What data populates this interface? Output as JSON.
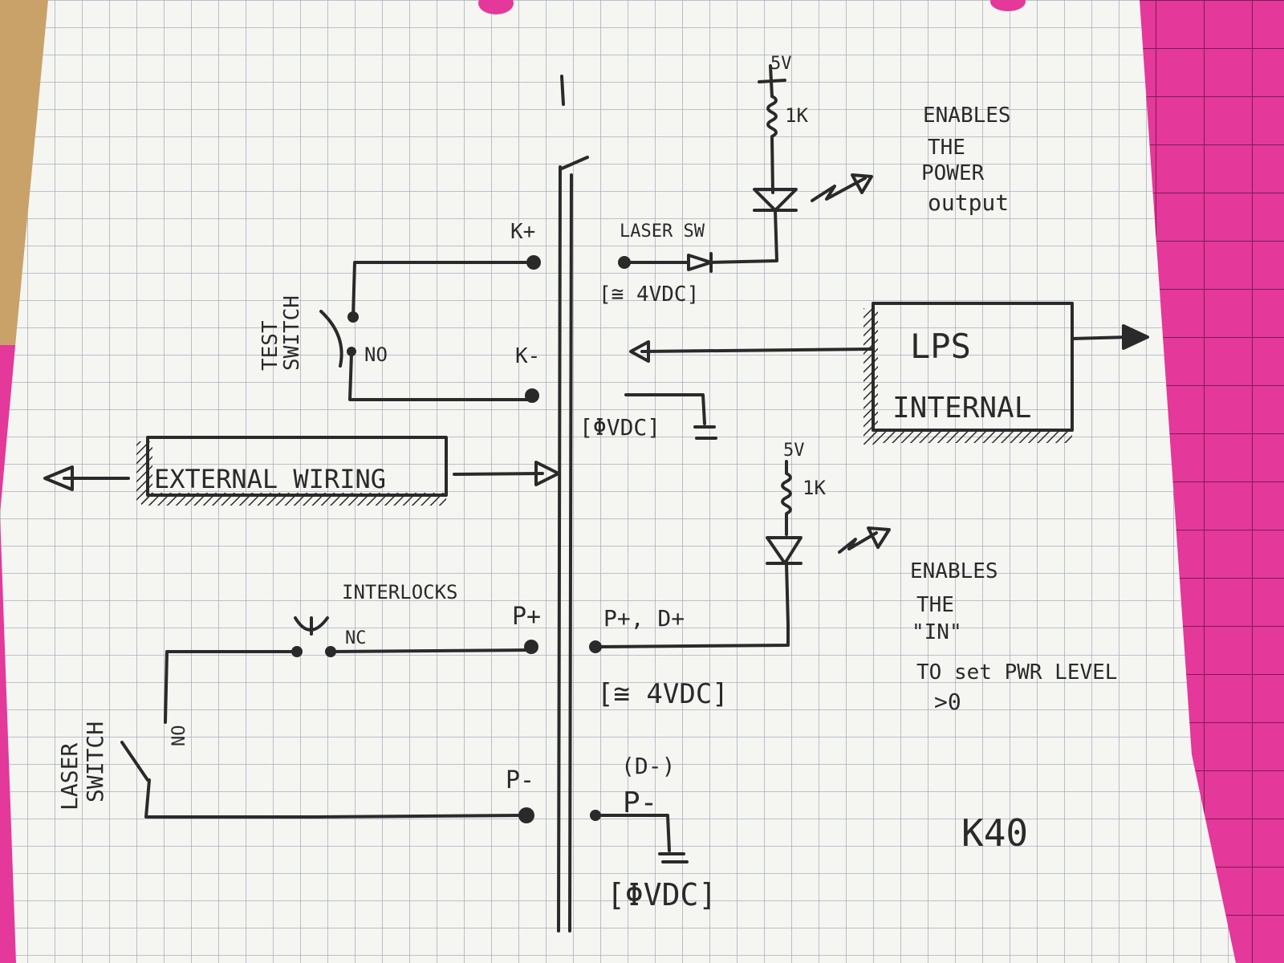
{
  "colors": {
    "paper": "#f5f5f2",
    "grid": "#9aa2ad",
    "ink": "#2a2a2a",
    "mat": "#e4389a",
    "mat_grid": "#7a1d55",
    "desk": "#c9a269"
  },
  "labels": {
    "k_plus": "K+",
    "k_minus": "K-",
    "laser_sw": "LASER SW",
    "laser_sw_voltage": "[≅ 4VDC]",
    "test_switch_line1": "TEST",
    "test_switch_line2": "SWITCH",
    "test_switch_no": "NO",
    "zero_vdc_top": "[ΦVDC]",
    "external_wiring": "EXTERNAL WIRING",
    "five_v_top": "5V",
    "one_k_top": "1K",
    "enables_power": [
      "ENABLES",
      "THE",
      "POWER",
      "output"
    ],
    "lps_line1": "LPS",
    "lps_line2": "INTERNAL",
    "five_v_mid": "5V",
    "one_k_mid": "1K",
    "enables_in": [
      "ENABLES",
      "THE",
      "\"IN\"",
      "TO set PWR LEVEL",
      ">0"
    ],
    "interlocks": "INTERLOCKS",
    "interlocks_nc": "NC",
    "p_plus": "P+",
    "p_plus_d_plus": "P+, D+",
    "p_voltage": "[≅ 4VDC]",
    "laser_switch_line1": "LASER",
    "laser_switch_line2": "SWITCH",
    "laser_switch_no": "NO",
    "p_minus_left": "P-",
    "d_minus": "(D-)",
    "p_minus_right": "P-",
    "zero_vdc_bottom": "[ΦVDC]",
    "model": "K40"
  }
}
